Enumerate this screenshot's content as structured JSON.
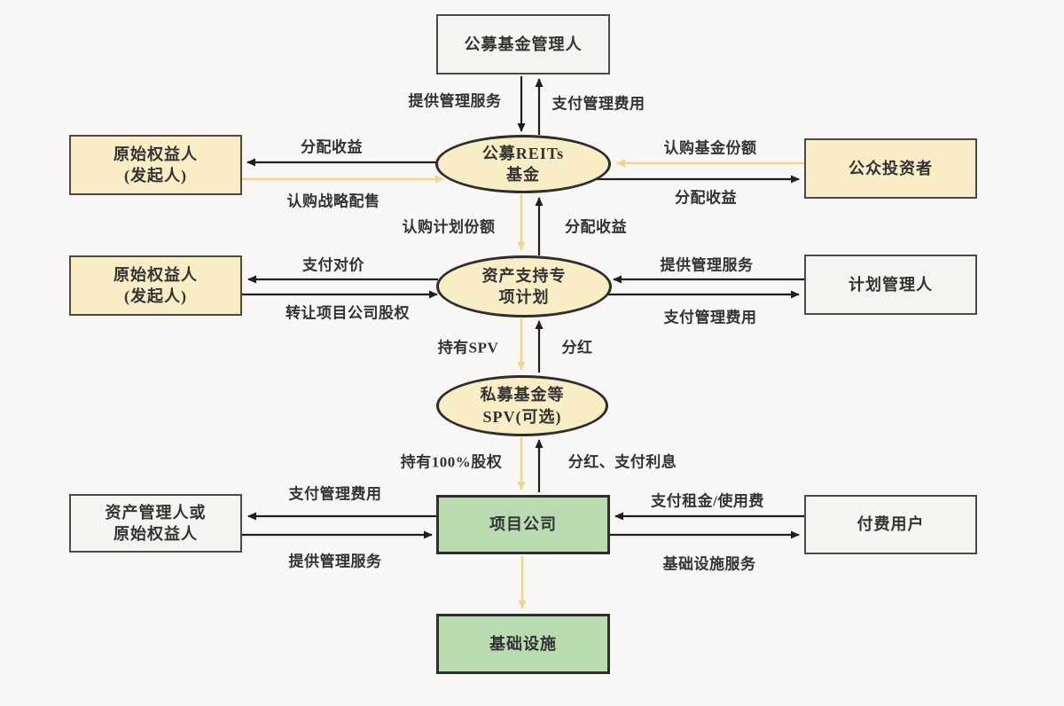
{
  "colors": {
    "bg": "#f8f7f5",
    "cream": "#f9edc6",
    "green": "#b8dbb0",
    "gray_box": "#f4f4f1",
    "box_border": "#4a4a4a",
    "ellipse_border": "#2e2e2e",
    "arrow_black": "#1f1f1f",
    "arrow_yellow": "#f0d687",
    "text": "#333333"
  },
  "nodes": {
    "fund_manager": {
      "label": "公募基金管理人"
    },
    "reits_fund": {
      "line1": "公募REITs",
      "line2": "基金"
    },
    "original_holder_top": {
      "line1": "原始权益人",
      "line2": "(发起人)"
    },
    "public_investors": {
      "label": "公众投资者"
    },
    "abs_plan": {
      "line1": "资产支持专",
      "line2": "项计划"
    },
    "original_holder_mid": {
      "line1": "原始权益人",
      "line2": "(发起人)"
    },
    "plan_manager": {
      "label": "计划管理人"
    },
    "spv": {
      "line1": "私募基金等",
      "line2": "SPV(可选)"
    },
    "project_company": {
      "label": "项目公司"
    },
    "asset_manager": {
      "line1": "资产管理人或",
      "line2": "原始权益人"
    },
    "paying_users": {
      "label": "付费用户"
    },
    "infrastructure": {
      "label": "基础设施"
    }
  },
  "edge_labels": {
    "provide_mgmt_service_top": "提供管理服务",
    "pay_mgmt_fee_top": "支付管理费用",
    "distribute_income_left_top": "分配收益",
    "subscribe_strategic_placement": "认购战略配售",
    "subscribe_fund_shares": "认购基金份额",
    "distribute_income_right_top": "分配收益",
    "subscribe_plan_shares": "认购计划份额",
    "distribute_income_center": "分配收益",
    "pay_consideration": "支付对价",
    "transfer_project_equity": "转让项目公司股权",
    "provide_mgmt_service_right": "提供管理服务",
    "pay_mgmt_fee_right": "支付管理费用",
    "hold_spv": "持有SPV",
    "dividend": "分红",
    "hold_100_equity": "持有100%股权",
    "dividend_pay_interest": "分红、支付利息",
    "pay_mgmt_fee_bottom": "支付管理费用",
    "provide_mgmt_service_bottom": "提供管理服务",
    "pay_rent_usage_fee": "支付租金/使用费",
    "infrastructure_service": "基础设施服务"
  }
}
